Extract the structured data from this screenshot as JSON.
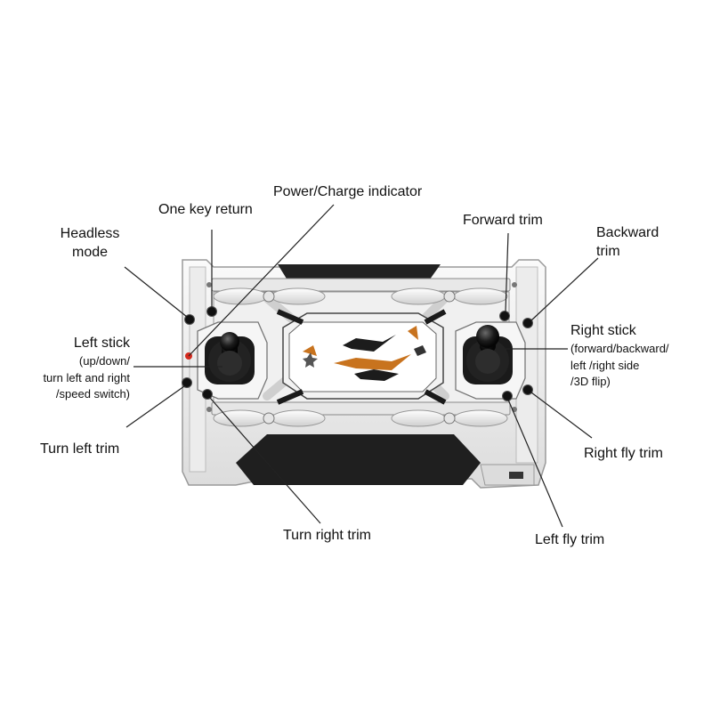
{
  "labels": {
    "power_charge_indicator": "Power/Charge indicator",
    "one_key_return": "One key return",
    "headless_mode": [
      "Headless",
      "mode"
    ],
    "forward_trim": "Forward trim",
    "backward_trim": [
      "Backward",
      "trim"
    ],
    "left_stick": {
      "title": "Left stick",
      "details": [
        "(up/down/",
        "turn left and right",
        "/speed switch)"
      ]
    },
    "right_stick": {
      "title": "Right stick",
      "details": [
        "(forward/backward/",
        "left /right side",
        "/3D flip)"
      ]
    },
    "turn_left_trim": "Turn left trim",
    "turn_right_trim": "Turn right trim",
    "right_fly_trim": "Right fly trim",
    "left_fly_trim": "Left fly trim"
  },
  "colors": {
    "indicator_led": "#d42a1e",
    "controller_body": "#f4f4f4",
    "dark_panel": "#222222",
    "orange_accent": "#c8731e"
  }
}
